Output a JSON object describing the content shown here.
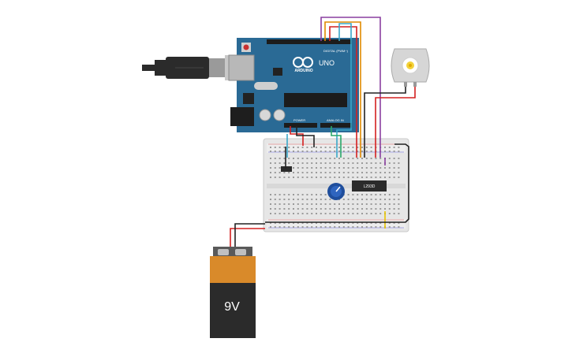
{
  "arduino": {
    "brand_label": "ARDUINO",
    "model_label": "UNO",
    "digital_header_label": "DIGITAL (PWM~)",
    "power_label": "POWER",
    "analog_label": "ANALOG IN"
  },
  "chip": {
    "label": "L293D"
  },
  "battery": {
    "label": "9V"
  },
  "colors": {
    "board_blue": "#2a6a95",
    "breadboard": "#e6e6e6",
    "wire_red": "#d42020",
    "wire_black": "#222222",
    "wire_orange": "#e08a00",
    "wire_purple": "#8a3fa0",
    "wire_cyan": "#3aa7c9",
    "wire_green": "#2aa86a",
    "wire_yellow": "#e8c400",
    "battery_orange": "#d98a2a",
    "battery_black": "#2b2b2b",
    "pot_blue": "#1f4e9c"
  }
}
